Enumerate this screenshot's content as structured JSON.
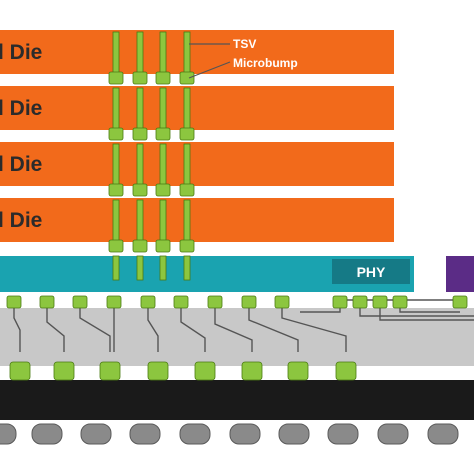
{
  "die_stack": {
    "die_labels": [
      "l Die",
      "l Die",
      "l Die",
      "l Die"
    ],
    "die_color": "#f26a1b"
  },
  "callouts": {
    "tsv": "TSV",
    "microbump": "Microbump"
  },
  "base_die": {
    "phy_label": "PHY",
    "color": "#1aa3b0",
    "phy_color": "#157a86"
  },
  "adjacent_chip": {
    "color": "#5b2c86"
  },
  "interposer": {
    "color": "#c8c8c8",
    "wire_color": "#555555"
  },
  "substrate": {
    "color": "#1a1a1a"
  },
  "bumps": {
    "color": "#8cc63f",
    "stroke": "#4a7a12"
  },
  "balls": {
    "color": "#8a8a8a"
  }
}
